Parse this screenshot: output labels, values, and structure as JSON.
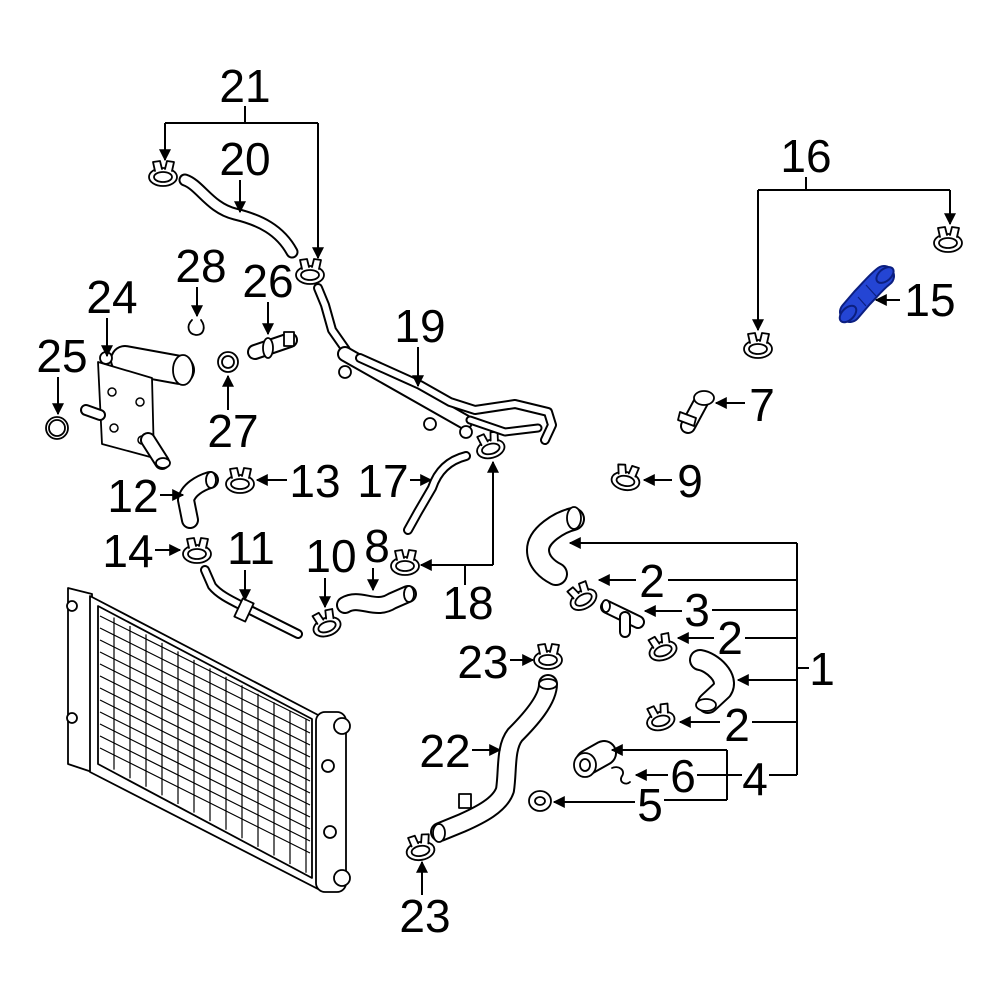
{
  "callouts": [
    "21",
    "20",
    "28",
    "26",
    "24",
    "25",
    "27",
    "19",
    "16",
    "15",
    "7",
    "9",
    "13",
    "17",
    "12",
    "14",
    "11",
    "10",
    "8",
    "18",
    "2",
    "3",
    "2",
    "1",
    "23",
    "2",
    "22",
    "6",
    "4",
    "5",
    "23"
  ],
  "colors": {
    "highlight": "#2445d4",
    "highlight_outline": "#0c1f80",
    "ink": "#000000"
  }
}
